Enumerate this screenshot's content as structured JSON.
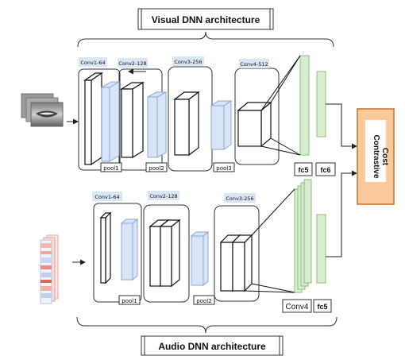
{
  "visual_title": "Visual DNN architecture",
  "audio_title": "Audio DNN architecture",
  "visual_layers": {
    "conv1": "Conv1-64",
    "conv2": "Conv2-128",
    "conv3": "Conv3-256",
    "conv4": "Conv4-512",
    "pool1": "pool1",
    "pool2": "pool2",
    "pool3": "pool3",
    "fc5": "fc5",
    "fc6": "fc6"
  },
  "audio_layers": {
    "conv1": "Conv1-64",
    "conv2": "Conv2-128",
    "conv3": "Conv3-256",
    "conv4": "Conv4",
    "pool1": "pool1",
    "pool2": "pool2",
    "fc5": "fc5"
  },
  "output": {
    "label_line1": "Contrastive",
    "label_line2": "Cost",
    "fill_color": "#f9c99a",
    "border_color": "#c8722b"
  },
  "colors": {
    "pool_fill": "#d9e5f7",
    "pool_stroke": "#8aa7d6",
    "fc_fill": "#d8ecd0",
    "fc_stroke": "#8dc07e",
    "label_fill": "#dbe6f5"
  },
  "icons": {
    "visual_input": "mouth-image-stack-icon",
    "audio_input": "spectrogram-stack-icon"
  }
}
